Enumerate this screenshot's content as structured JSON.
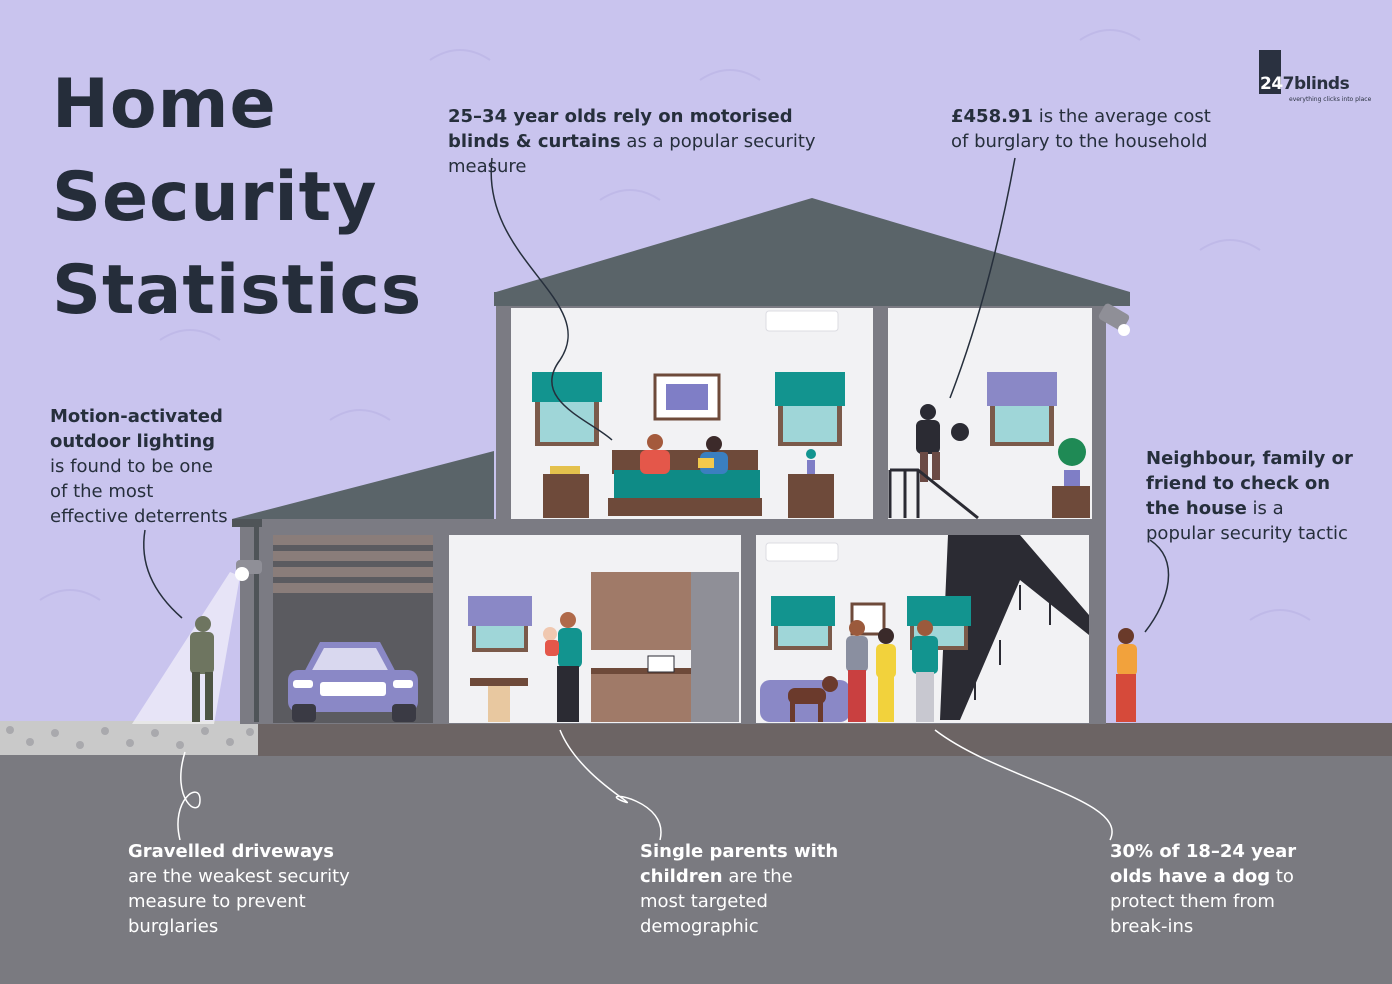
{
  "title": {
    "line1": "Home",
    "line2": "Security",
    "line3": "Statistics"
  },
  "logo": {
    "brand_24": "24",
    "brand_7blinds": "7blinds",
    "tagline": "everything clicks into place"
  },
  "callouts": {
    "blinds": {
      "bold": "25–34 year olds rely on motorised blinds & curtains",
      "rest": " as a popular security measure"
    },
    "burglary": {
      "bold": "£458.91",
      "rest": " is the average cost of burglary to the household"
    },
    "lighting": {
      "bold": "Motion-activated outdoor lighting",
      "rest": " is found to be one of the most effective deterrents"
    },
    "neighbour": {
      "bold": "Neighbour, family or friend to check on the house",
      "rest": " is a popular security tactic"
    },
    "gravel": {
      "bold": "Gravelled driveways",
      "rest": " are the weakest security measure to prevent burglaries"
    },
    "parents": {
      "bold": "Single parents with children",
      "rest": " are the most targeted demographic"
    },
    "dog": {
      "bold": "30% of 18–24 year olds have a dog",
      "rest": " to protect them from break-ins"
    }
  },
  "colors": {
    "background": "#c9c4ee",
    "roof": "#5a6469",
    "wall": "#7b7b83",
    "room": "#f2f2f4",
    "ground": "#7a7a80",
    "ground_strip": "#6c6464",
    "teal": "#12948f",
    "purple": "#7f7ec6",
    "wood": "#6e4a3a",
    "text_dark": "#262f3c",
    "text_light": "#ffffff"
  },
  "icons": [
    "security-light-icon",
    "wall-camera-icon",
    "air-conditioner-icon",
    "car-icon",
    "dog-icon"
  ]
}
